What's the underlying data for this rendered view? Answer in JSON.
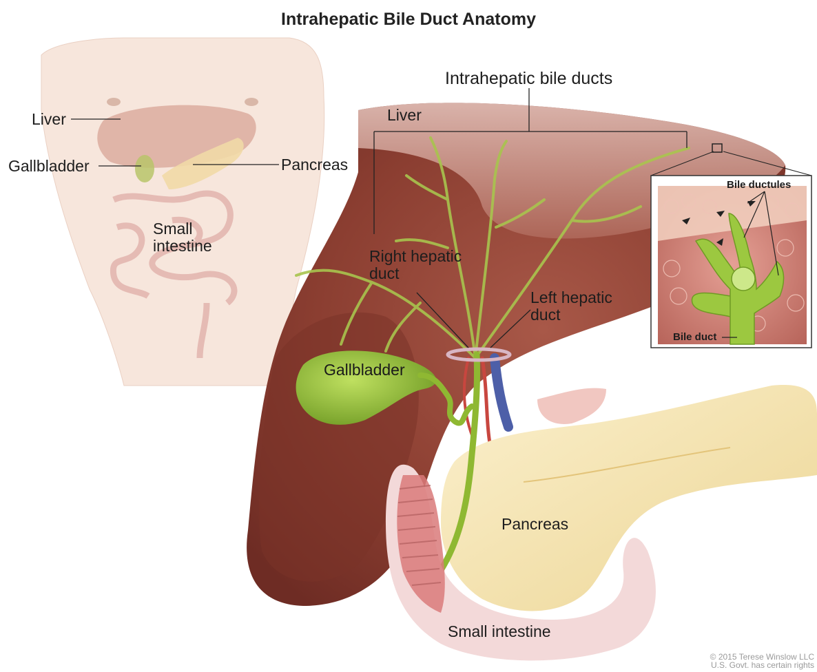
{
  "title": "Intrahepatic Bile Duct Anatomy",
  "colors": {
    "liver": "#8b3e31",
    "gallbladder_duct": "#8fb832",
    "pancreas": "#f4e2ab",
    "skin": "#f6e3d8",
    "intestine": "#e9a8a6"
  },
  "torso_labels": {
    "liver": "Liver",
    "gallbladder": "Gallbladder",
    "pancreas": "Pancreas",
    "small_intestine": "Small\nintestine"
  },
  "detail_labels": {
    "intrahepatic_bile_ducts": "Intrahepatic bile ducts",
    "liver": "Liver",
    "right_hepatic_duct": "Right hepatic\nduct",
    "left_hepatic_duct": "Left hepatic\nduct",
    "gallbladder": "Gallbladder",
    "pancreas": "Pancreas",
    "small_intestine": "Small intestine"
  },
  "inset_labels": {
    "bile_ductules": "Bile ductules",
    "bile_duct": "Bile duct"
  },
  "copyright": "© 2015 Terese Winslow LLC\nU.S. Govt. has certain rights"
}
